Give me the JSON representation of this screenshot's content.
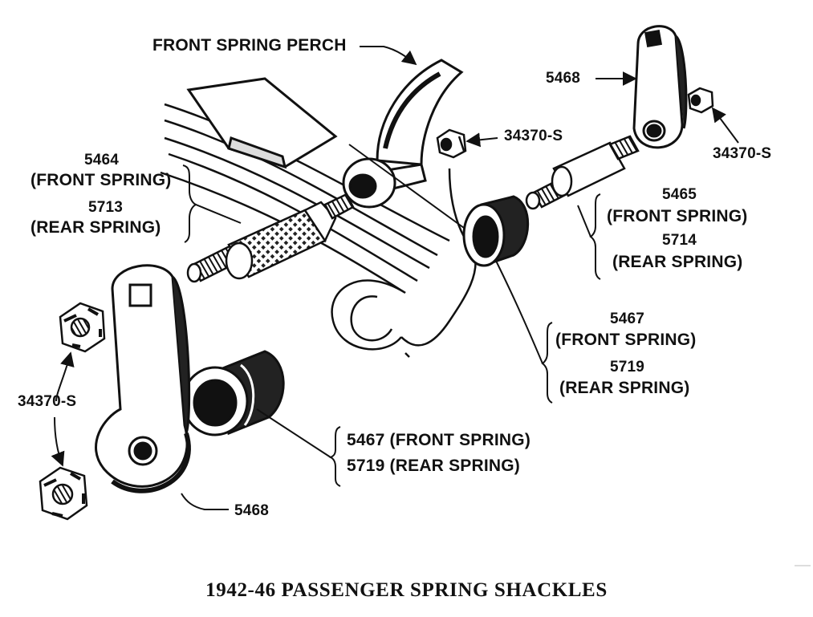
{
  "labels": {
    "front_spring_perch": "FRONT SPRING PERCH",
    "shackle_top_right": "5468",
    "nut_top_center": "34370-S",
    "nut_top_right": "34370-S",
    "bolt_left_num_front": "5464",
    "bolt_left_front": "(FRONT SPRING)",
    "bolt_left_num_rear": "5713",
    "bolt_left_rear": "(REAR SPRING)",
    "bolt_right_num_front": "5465",
    "bolt_right_front": "(FRONT SPRING)",
    "bolt_right_num_rear": "5714",
    "bolt_right_rear": "(REAR SPRING)",
    "bushing_right_num_front": "5467",
    "bushing_right_front": "(FRONT SPRING)",
    "bushing_right_num_rear": "5719",
    "bushing_right_rear": "(REAR SPRING)",
    "nut_left": "34370-S",
    "bushing_lower_front": "5467 (FRONT SPRING)",
    "bushing_lower_rear": "5719 (REAR SPRING)",
    "shackle_bottom": "5468"
  },
  "caption": "1942-46 PASSENGER SPRING SHACKLES"
}
